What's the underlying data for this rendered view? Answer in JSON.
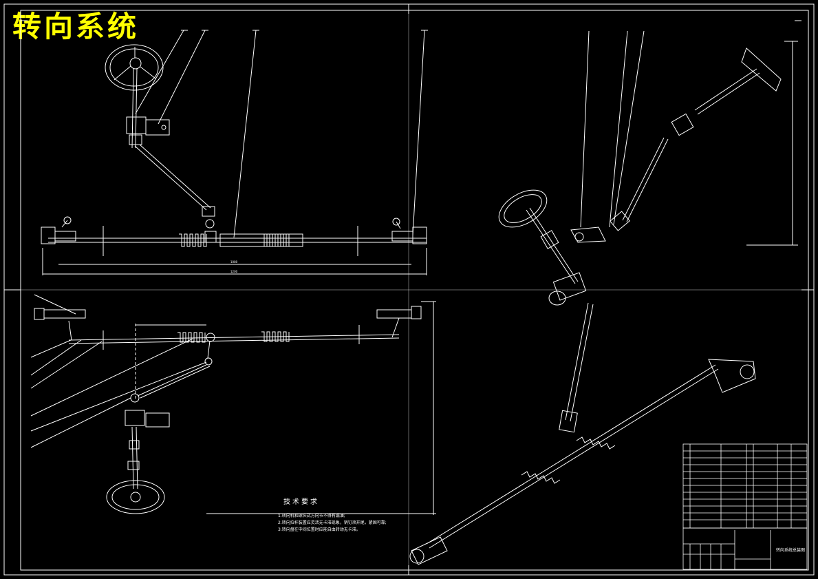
{
  "drawing": {
    "title": "转向系统",
    "title_color": "#ffff00",
    "line_color": "#ffffff",
    "background_color": "#000000"
  },
  "tech_requirements": {
    "heading": "技术要求",
    "items": [
      "1.转向机和球头式万向节不得有漏油;",
      "2.转向拉杆装置应灵活无卡滞现象，销钉须开尾，紧固可靠;",
      "3.转向盘在中间位置时应能自由转动无卡滞。"
    ]
  },
  "title_block": {
    "drawing_name": "转向系统总装图"
  }
}
